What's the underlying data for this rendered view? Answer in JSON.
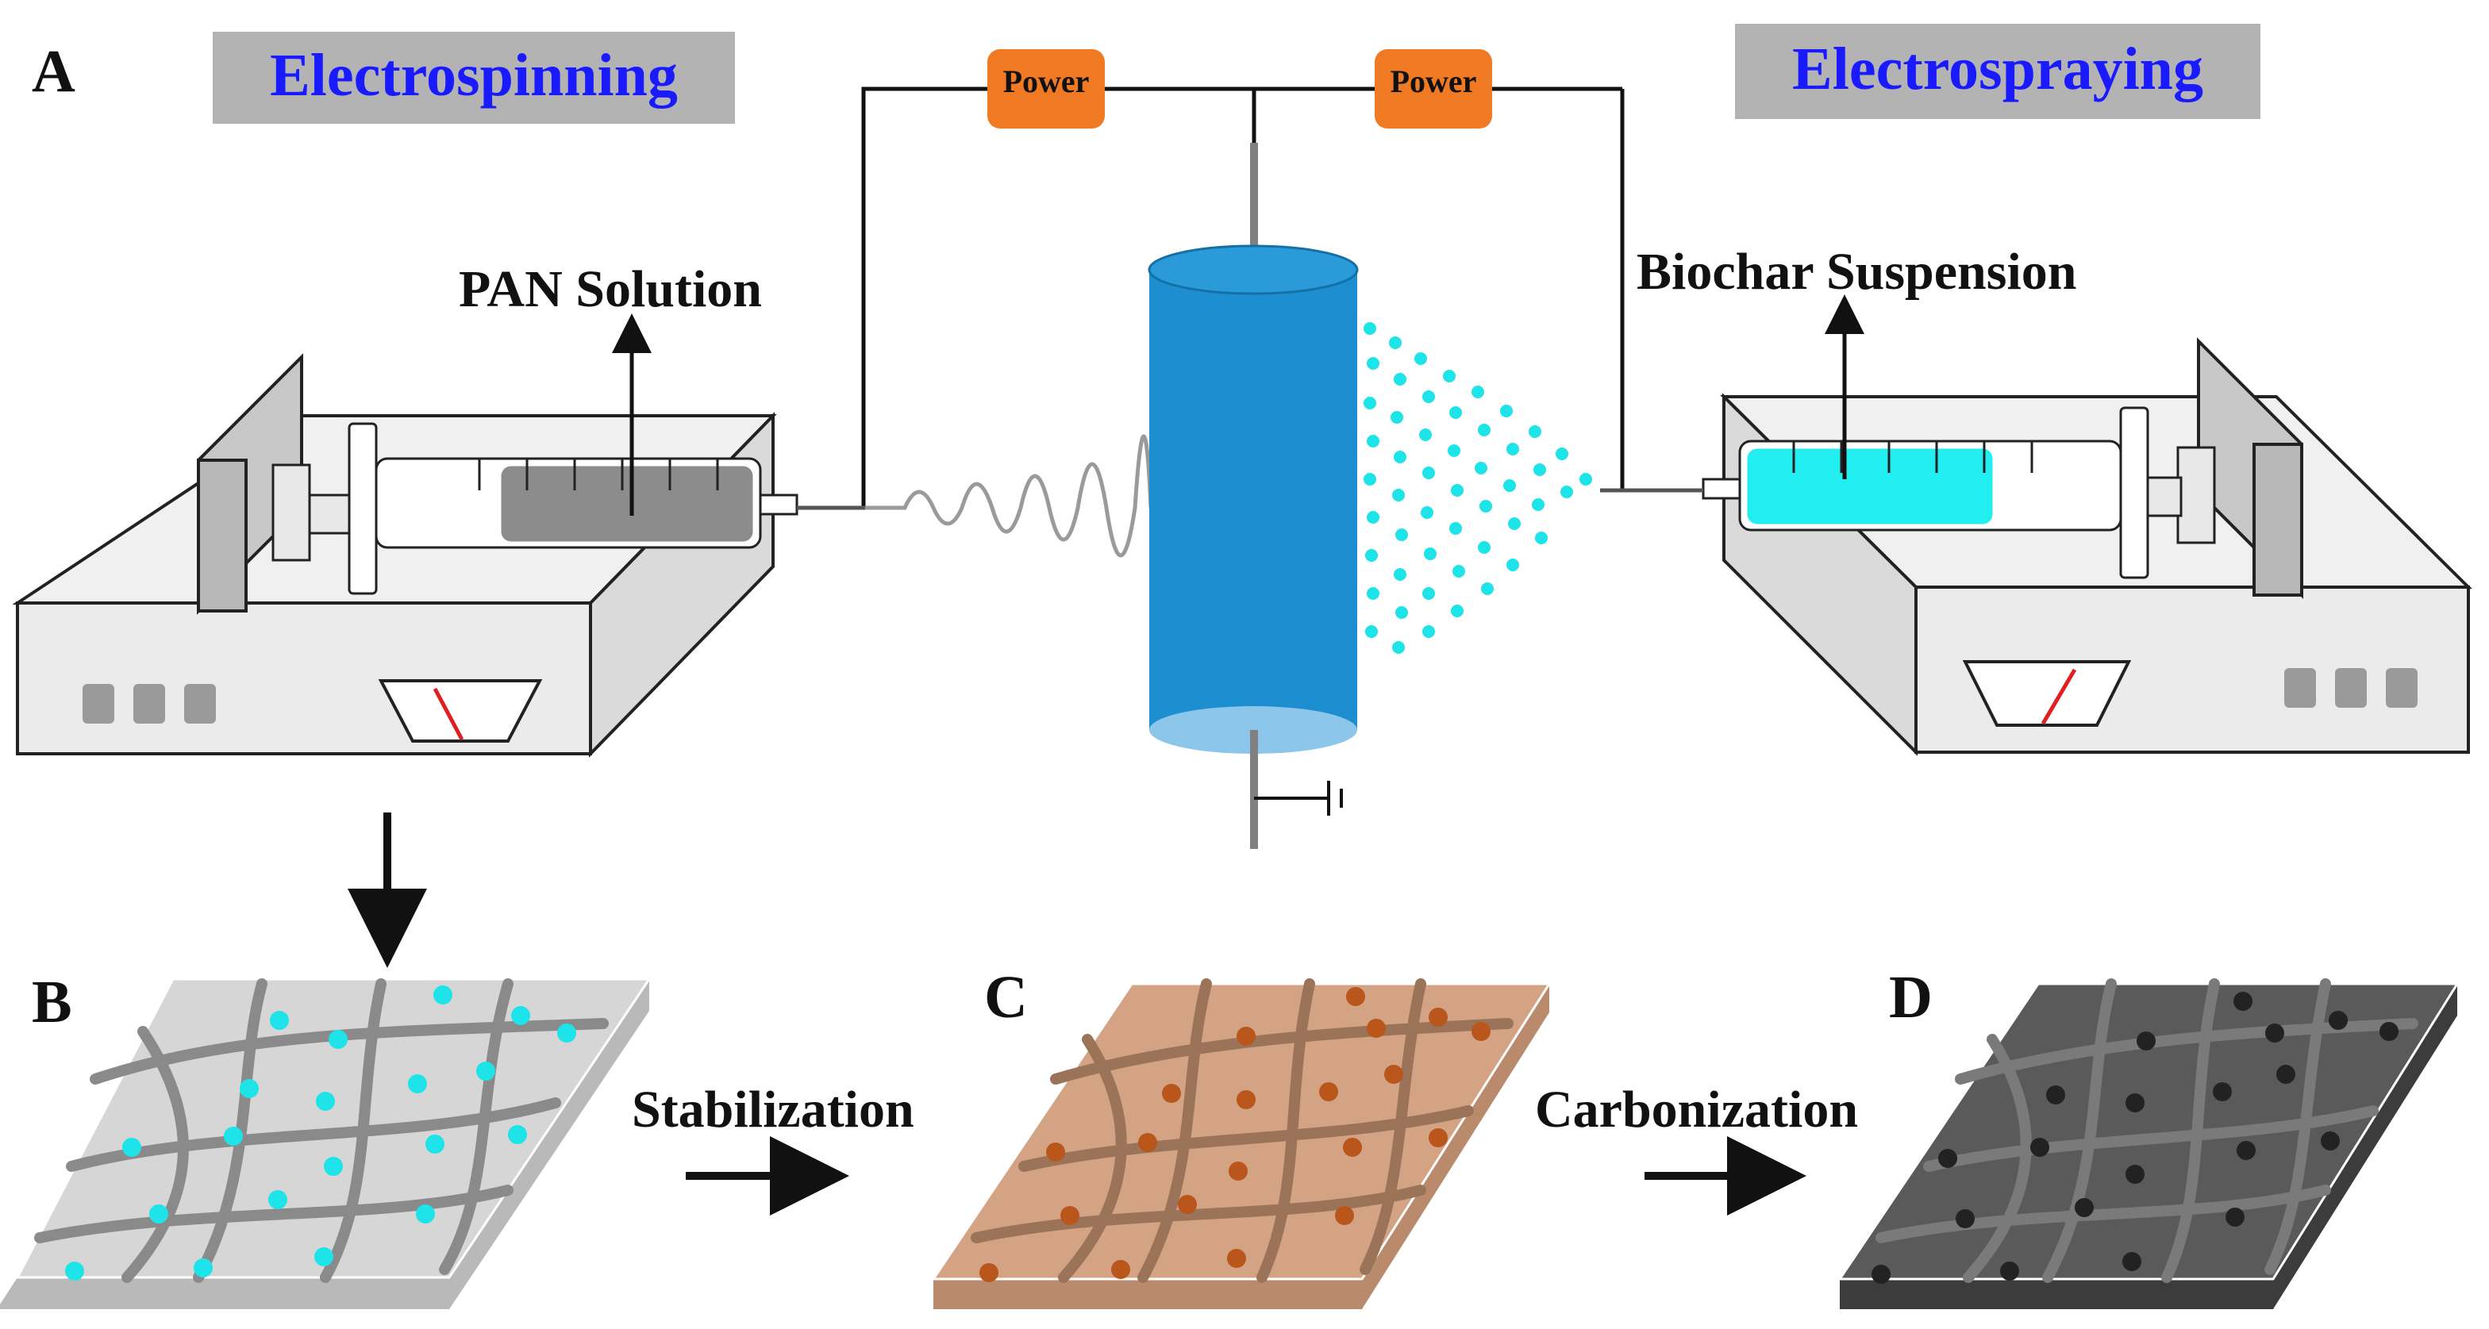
{
  "panels": {
    "a": "A",
    "b": "B",
    "c": "C",
    "d": "D"
  },
  "titles": {
    "left": "Electrospinning",
    "right": "Electrospraying"
  },
  "labels": {
    "pan_solution": "PAN Solution",
    "biochar_suspension": "Biochar Suspension",
    "power_left": "Power",
    "power_right": "Power"
  },
  "steps": {
    "stabilization": "Stabilization",
    "carbonization": "Carbonization"
  },
  "colors": {
    "title_text": "#1a1aff",
    "title_bg": "#b3b3b3",
    "power_box": "#f07a24",
    "collector_blue": "#1d8fd1",
    "collector_top": "#2a9ad8",
    "collector_bottom": "#8cc6ea",
    "spray_dots": "#1ee3e8",
    "pan_liquid": "#8c8c8c",
    "biochar_liquid": "#22eef0",
    "mat_b": "#d6d6d6",
    "mat_c": "#d4a384",
    "mat_d": "#5a5a5a",
    "dots_c": "#b8561c",
    "dots_d": "#222222",
    "gauge_needle": "#e02020"
  }
}
